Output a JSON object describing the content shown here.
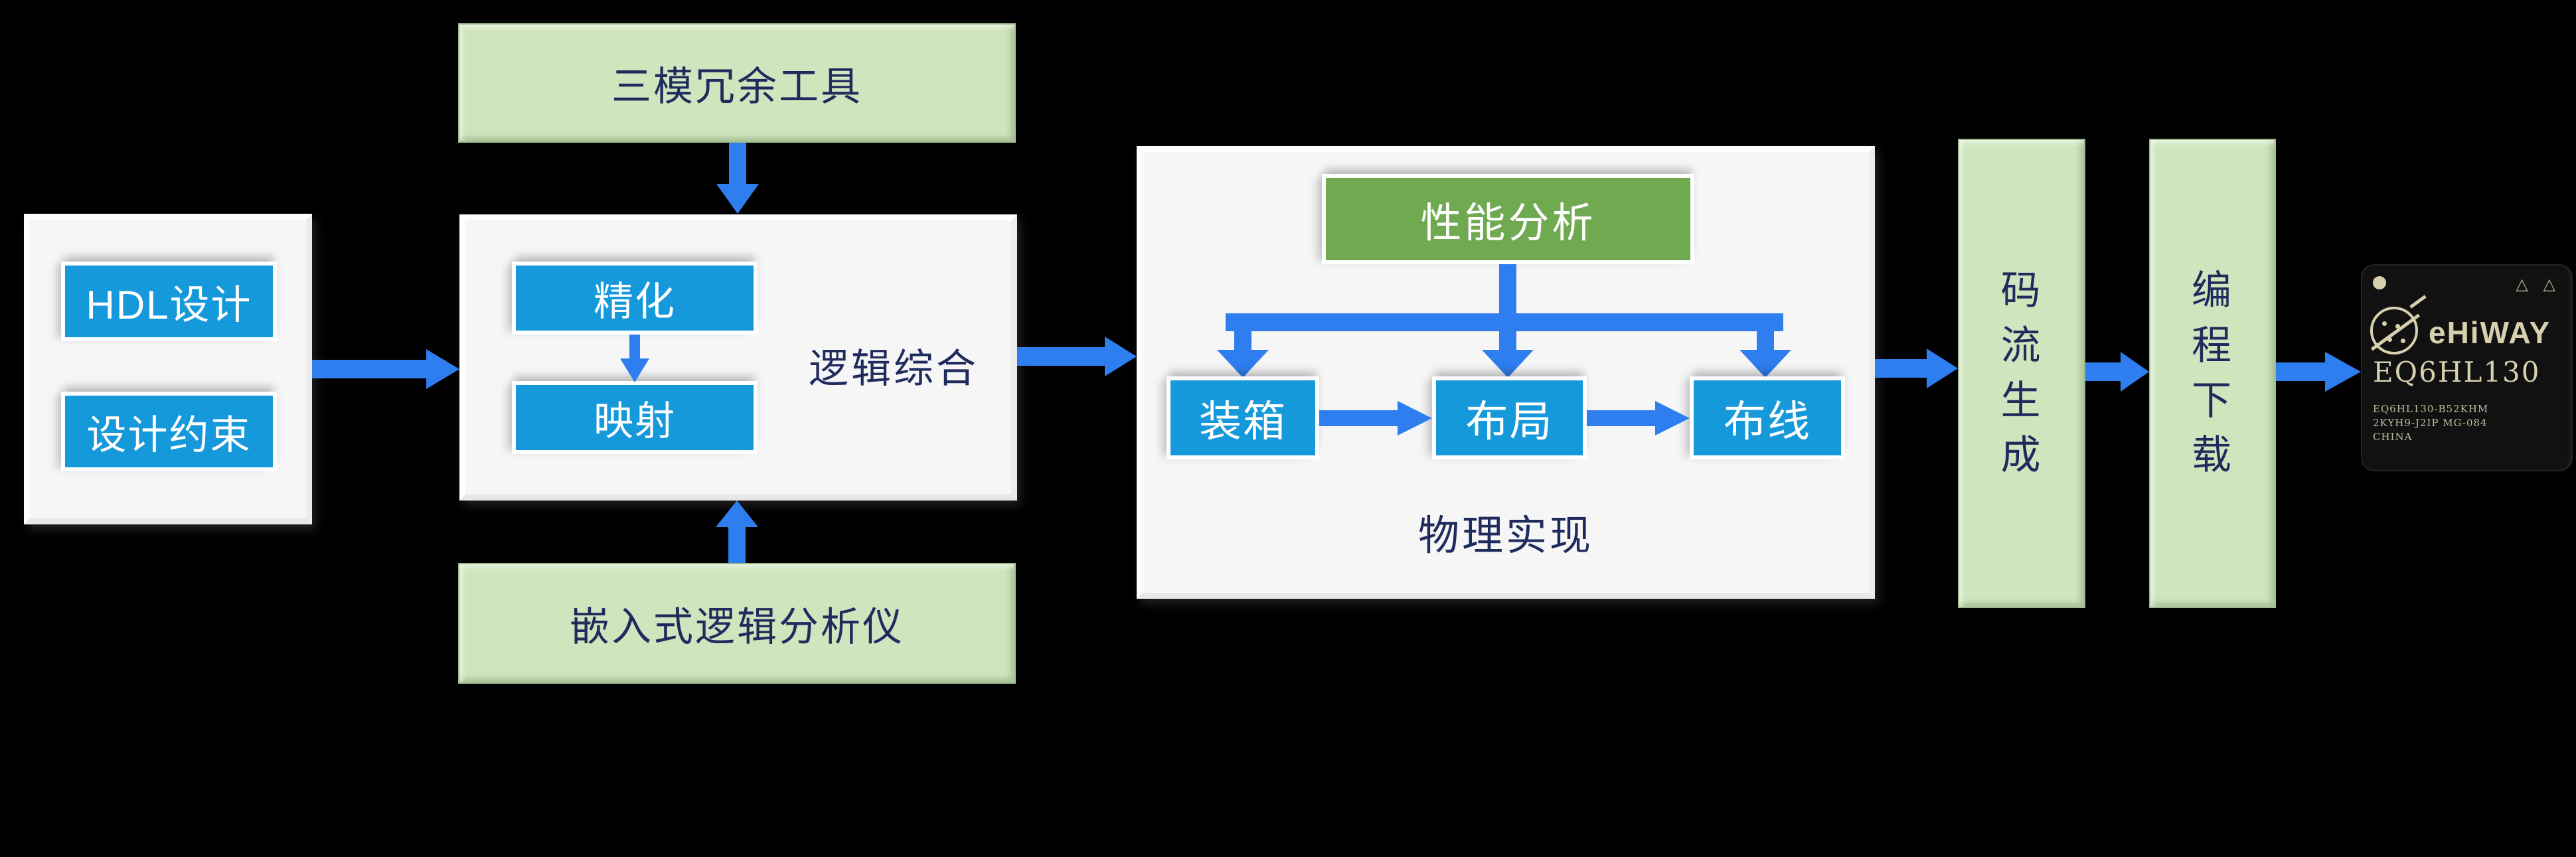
{
  "colors": {
    "bg": "#000000",
    "panel": "#f6f6f6",
    "box_blue": "#1699da",
    "arrow_blue": "#2f7ef0",
    "green_light": "#cee5be",
    "green_dark": "#6faa50",
    "text_navy": "#1f2b5c",
    "chip_bg": "#111111",
    "chip_text": "#d6d0ae"
  },
  "nodes": {
    "design_input_panel": {
      "boxes": [
        {
          "label": "HDL设计"
        },
        {
          "label": "设计约束"
        }
      ]
    },
    "tmr_tool": {
      "label": "三模冗余工具"
    },
    "logic_synthesis_panel": {
      "label": "逻辑综合",
      "boxes": [
        {
          "label": "精化"
        },
        {
          "label": "映射"
        }
      ]
    },
    "embedded_logic_analyzer": {
      "label": "嵌入式逻辑分析仪"
    },
    "physical_panel": {
      "label": "物理实现",
      "analysis": {
        "label": "性能分析"
      },
      "boxes": [
        {
          "label": "装箱"
        },
        {
          "label": "布局"
        },
        {
          "label": "布线"
        }
      ]
    },
    "bitstream_generation": {
      "label": "码流生成"
    },
    "programming_download": {
      "label": "编程下载"
    },
    "chip": {
      "brand": "eHiWAY",
      "part": "EQ6HL130",
      "marks": "△ △",
      "lines": "EQ6HL130-B52KHM\n2KYH9-J2IP MG-084\nCHINA"
    }
  }
}
